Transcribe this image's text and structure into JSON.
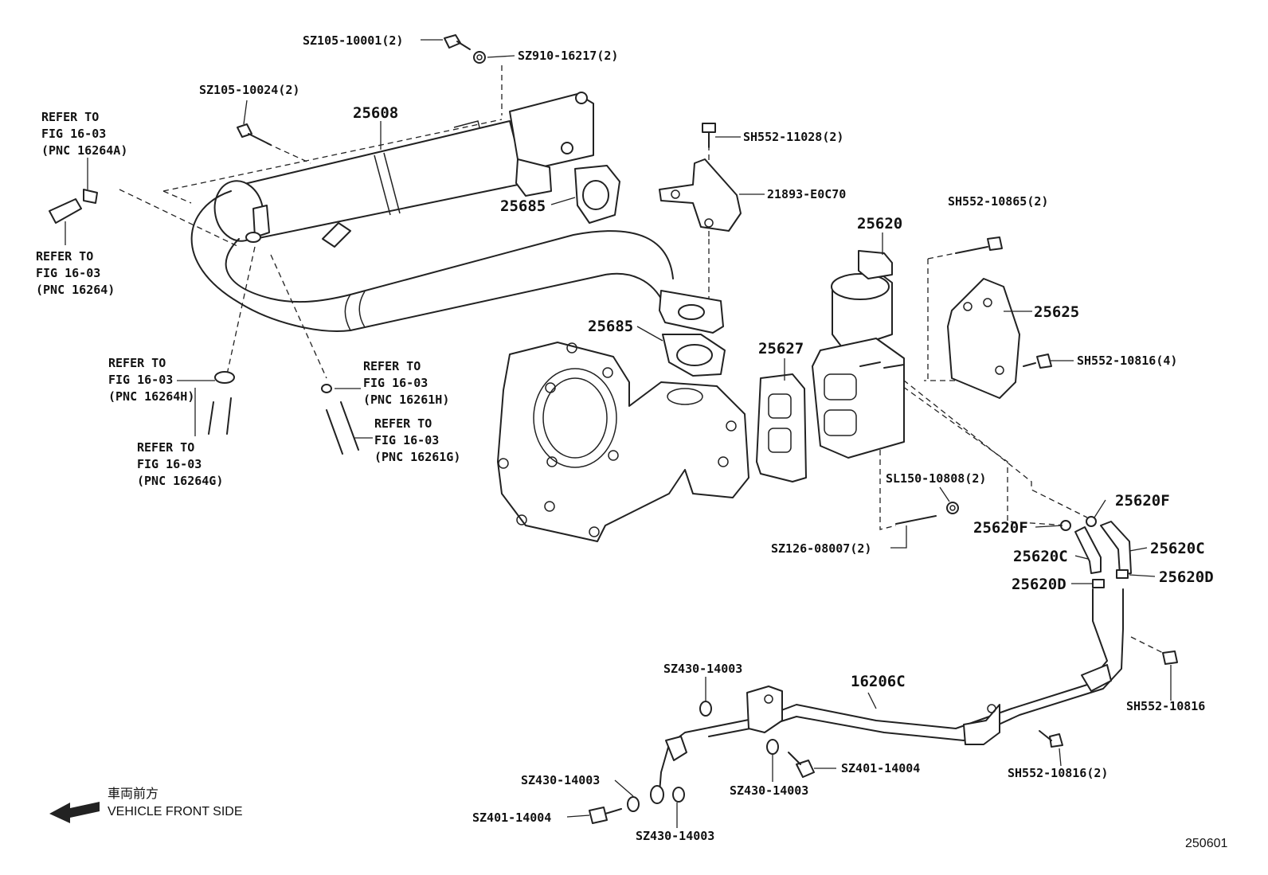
{
  "labels": {
    "sz105_10001": "SZ105-10001(2)",
    "sz910_16217": "SZ910-16217(2)",
    "sz105_10024": "SZ105-10024(2)",
    "p25608": "25608",
    "refer_a_1": "REFER TO",
    "refer_a_2": "FIG 16-03",
    "refer_a_3": "(PNC 16264A)",
    "refer_b_1": "REFER TO",
    "refer_b_2": "FIG 16-03",
    "refer_b_3": "(PNC 16264)",
    "refer_h_1": "REFER TO",
    "refer_h_2": "FIG 16-03",
    "refer_h_3": "(PNC 16264H)",
    "refer_g_1": "REFER TO",
    "refer_g_2": "FIG 16-03",
    "refer_g_3": "(PNC 16264G)",
    "refer_61h_1": "REFER TO",
    "refer_61h_2": "FIG 16-03",
    "refer_61h_3": "(PNC 16261H)",
    "refer_61g_1": "REFER TO",
    "refer_61g_2": "FIG 16-03",
    "refer_61g_3": "(PNC 16261G)",
    "p25685_top": "25685",
    "p25685_mid": "25685",
    "sh552_11028": "SH552-11028(2)",
    "p21893": "21893-E0C70",
    "sh552_10865": "SH552-10865(2)",
    "p25620": "25620",
    "p25625": "25625",
    "sh552_10816_4": "SH552-10816(4)",
    "p25627": "25627",
    "sl150_10808": "SL150-10808(2)",
    "sz126_08007": "SZ126-08007(2)",
    "p25620f_r": "25620F",
    "p25620f_l": "25620F",
    "p25620c_l": "25620C",
    "p25620c_r": "25620C",
    "p25620d_l": "25620D",
    "p25620d_r": "25620D",
    "sh552_10816": "SH552-10816",
    "sh552_10816_2": "SH552-10816(2)",
    "p16206c": "16206C",
    "sz430_a": "SZ430-14003",
    "sz430_b": "SZ430-14003",
    "sz430_c": "SZ430-14003",
    "sz430_d": "SZ430-14003",
    "sz401_a": "SZ401-14004",
    "sz401_b": "SZ401-14004",
    "front_jp": "車両前方",
    "front_en": "VEHICLE FRONT SIDE",
    "diagram_id": "250601"
  }
}
